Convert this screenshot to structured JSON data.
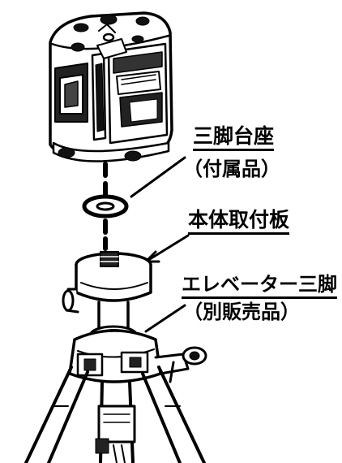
{
  "labels": {
    "tripod_base": "三脚台座",
    "tripod_base_note": "（付属品）",
    "mount_plate": "本体取付板",
    "elevator_tripod": "エレベーター三脚",
    "elevator_tripod_note": "（別販売品）"
  },
  "colors": {
    "ink": "#000000",
    "paper": "#ffffff"
  }
}
